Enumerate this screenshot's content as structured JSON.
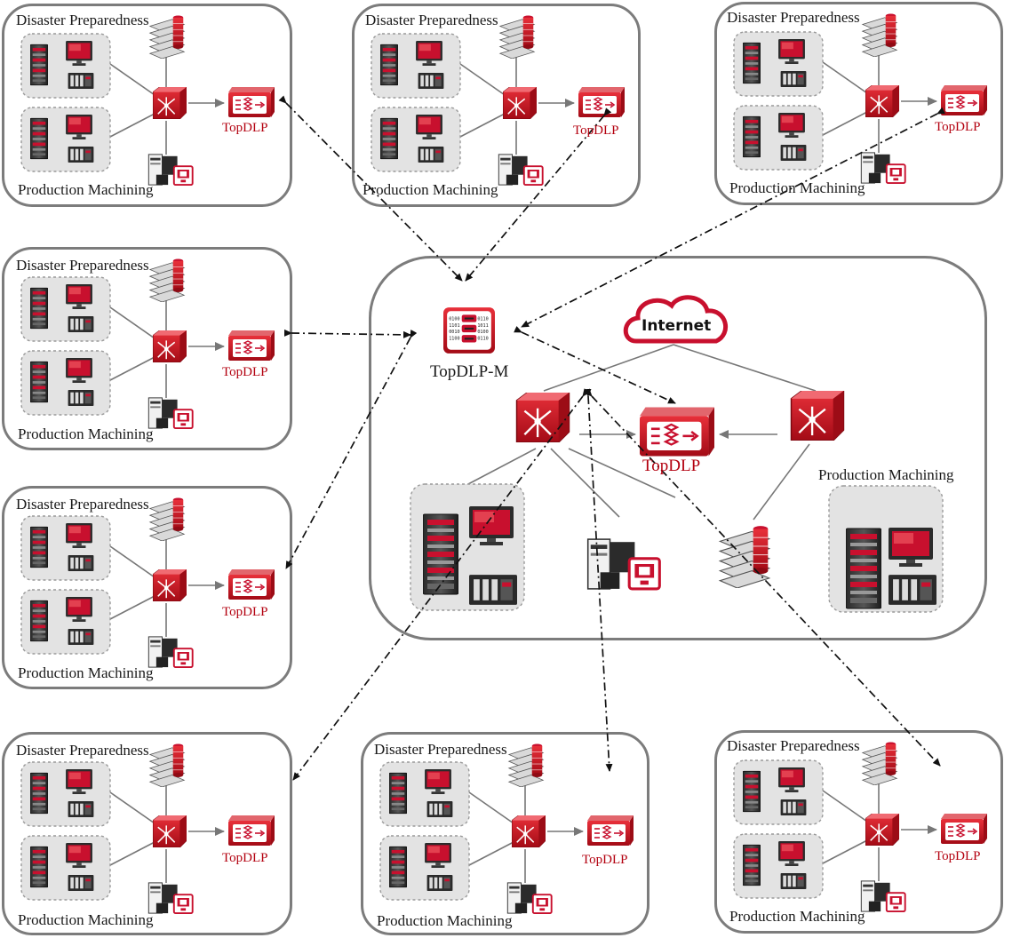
{
  "central": {
    "manager_label": "TopDLP-M",
    "internet_label": "Internet",
    "topdlp_label": "TopDLP",
    "production_label": "Production Machining"
  },
  "site": {
    "disaster_label": "Disaster Preparedness",
    "production_label": "Production Machining",
    "topdlp_label": "TopDLP"
  },
  "colors": {
    "border": "#7c7c7c",
    "accent_red": "#c8102e",
    "label_red": "#b3000f",
    "cluster_fill": "#e3e3e3"
  },
  "icons": [
    "server-rack-icon",
    "monitor-icon",
    "controller-icon",
    "storage-array-icon",
    "router-switch-icon",
    "topdlp-appliance-icon",
    "workstation-icon",
    "topdlp-manager-icon",
    "internet-cloud-icon"
  ]
}
